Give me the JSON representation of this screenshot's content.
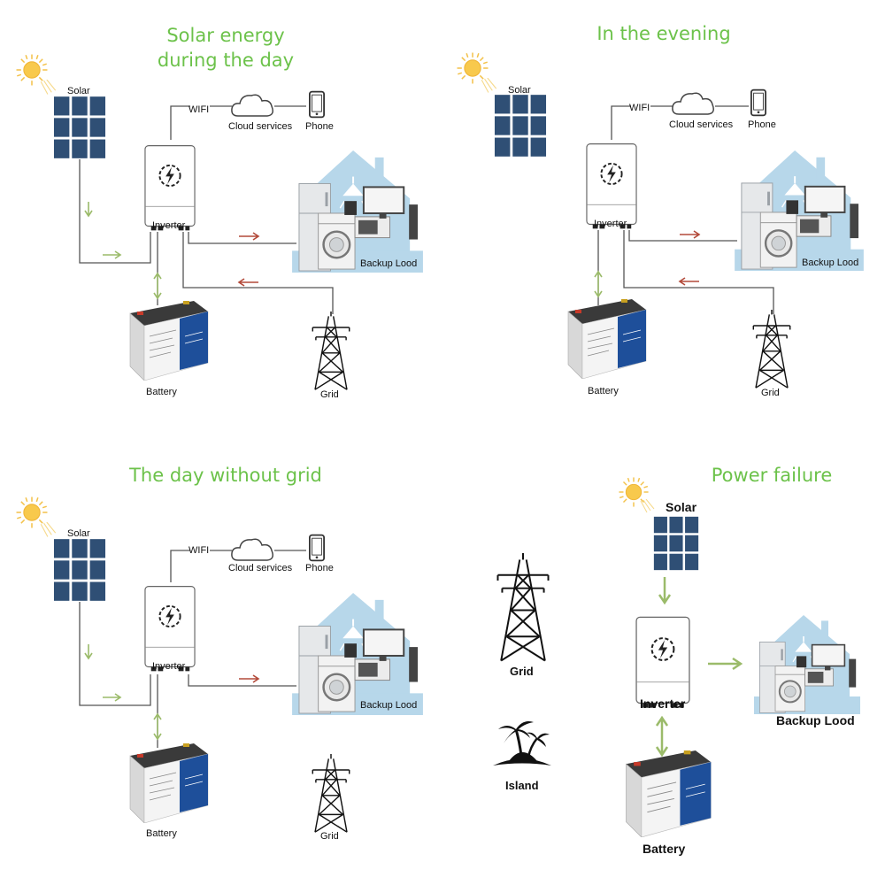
{
  "colors": {
    "title": "#6cc24a",
    "arrow_green": "#9bbb6a",
    "arrow_red": "#b34a3a",
    "panel_blue": "#2f4f75",
    "house_blue": "#b7d7ea",
    "wire": "#555555"
  },
  "panels": [
    {
      "title_lines": [
        "Solar energy",
        "during the day"
      ],
      "labels": {
        "solar": "Solar",
        "wifi": "WIFI",
        "cloud": "Cloud services",
        "phone": "Phone",
        "inverter": "Inverter",
        "load": "Backup Lood",
        "battery": "Battery",
        "grid": "Grid"
      }
    },
    {
      "title_lines": [
        "In the evening"
      ],
      "labels": {
        "solar": "Solar",
        "wifi": "WIFI",
        "cloud": "Cloud services",
        "phone": "Phone",
        "inverter": "Inverter",
        "load": "Backup Lood",
        "battery": "Battery",
        "grid": "Grid"
      }
    },
    {
      "title_lines": [
        "The day without grid"
      ],
      "labels": {
        "solar": "Solar",
        "wifi": "WIFI",
        "cloud": "Cloud services",
        "phone": "Phone",
        "inverter": "Inverter",
        "load": "Backup Lood",
        "battery": "Battery",
        "grid": "Grid"
      }
    },
    {
      "title_lines": [
        "Power failure"
      ],
      "labels": {
        "grid": "Grid",
        "island": "Island",
        "solar": "Solar",
        "inverter": "Inverter",
        "load": "Backup Lood",
        "battery": "Battery"
      }
    }
  ]
}
